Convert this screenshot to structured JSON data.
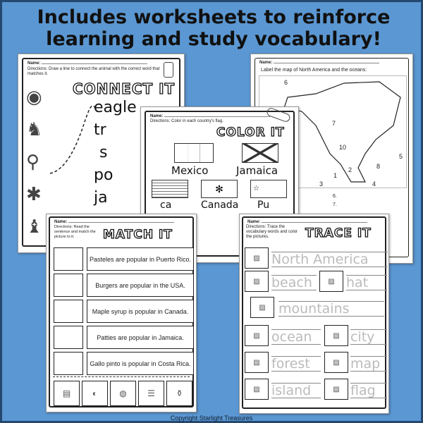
{
  "headline": {
    "line1": "Includes worksheets to reinforce",
    "line2": "learning and study vocabulary!"
  },
  "connect_it": {
    "name_label": "Name:",
    "directions": "Directions: Draw a line to connect the animal with the correct word that matches it.",
    "title": "CONNECT IT",
    "words": [
      "eagle",
      "tr",
      "s",
      "po",
      "ja"
    ]
  },
  "map_sheet": {
    "name_label": "Name:",
    "directions": "Label the map of North America and the oceans:",
    "map_numbers": [
      "6",
      "7",
      "10",
      "5",
      "1",
      "2",
      "8",
      "3",
      "4"
    ],
    "answer_numbers": [
      "6.",
      "7."
    ]
  },
  "color_it": {
    "name_label": "Name:",
    "directions": "Directions: Color in each country's flag.",
    "title": "COLOR IT",
    "countries": [
      "Mexico",
      "Jamaica",
      "Canada",
      "ca",
      "Pu"
    ]
  },
  "match_it": {
    "name_label": "Name:",
    "directions": "Directions: Read the sentence and match the picture to it.",
    "title": "MATCH IT",
    "sentences": [
      "Pasteles are popular in Puerto Rico.",
      "Burgers are popular in the USA.",
      "Maple syrup is popular in Canada.",
      "Patties are popular in Jamaica.",
      "Gallo pinto is popular in Costa Rica."
    ],
    "pictures": [
      "pasteles-icon",
      "gallo-pinto-icon",
      "patty-icon",
      "burger-icon",
      "maple-syrup-icon"
    ]
  },
  "trace_it": {
    "name_label": "Name:",
    "directions": "Directions: Trace the vocabulary words and color the pictures.",
    "title": "TRACE IT",
    "words": [
      "North America",
      "beach",
      "hat",
      "mountains",
      "ocean",
      "city",
      "forest",
      "map",
      "island",
      "flag"
    ]
  },
  "copyright": "Copyright Starlight Treasures",
  "colors": {
    "background": "#5b97d2",
    "border": "#24486f"
  }
}
